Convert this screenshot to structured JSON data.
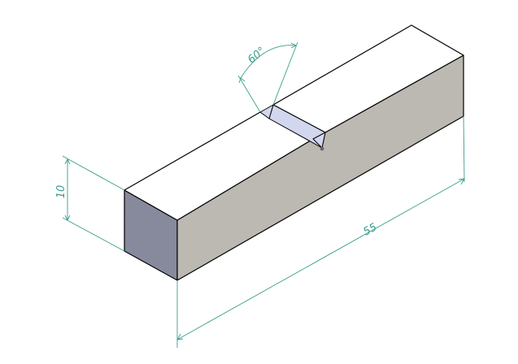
{
  "drawing": {
    "dimensions": {
      "height_label": "10",
      "length_label": "55",
      "angle_label": "60°"
    },
    "colors": {
      "dimension": "#3a9d8c",
      "edge": "#000000",
      "top_face": "#ffffff",
      "front_face": "#bcb8b2",
      "end_face": "#878a9c",
      "notch_face": "#d2d6ee"
    }
  }
}
